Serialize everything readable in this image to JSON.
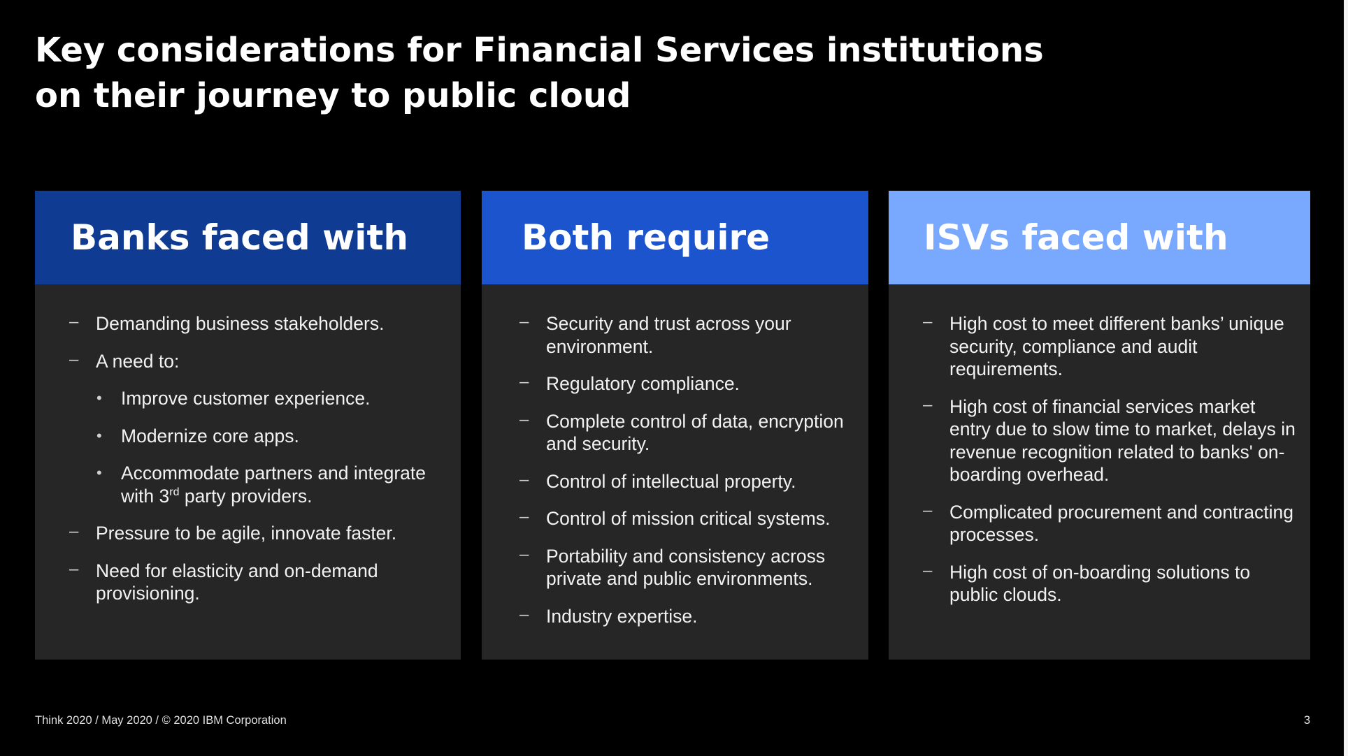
{
  "slide": {
    "title_line1": "Key considerations for Financial Services institutions",
    "title_line2": "on their journey to public cloud",
    "footer": "Think 2020 / May 2020 / © 2020 IBM Corporation",
    "page_number": "3"
  },
  "columns": [
    {
      "heading": "Banks faced with",
      "color": "#0f3b92",
      "items": [
        {
          "marker": "–",
          "text": "Demanding business stakeholders."
        },
        {
          "marker": "–",
          "text": "A need to:"
        },
        {
          "marker": "•",
          "text": "Improve customer experience."
        },
        {
          "marker": "•",
          "text": "Modernize core apps."
        },
        {
          "marker": "•",
          "text_before": "Accommodate partners and integrate with 3",
          "superscript": "rd",
          "text_after": " party providers."
        },
        {
          "marker": "–",
          "text": "Pressure to be agile, innovate faster."
        },
        {
          "marker": "–",
          "text": "Need for elasticity and on-demand provisioning."
        }
      ]
    },
    {
      "heading": "Both require",
      "color": "#1b54cc",
      "items": [
        {
          "marker": "–",
          "text": "Security and trust across your environment."
        },
        {
          "marker": "–",
          "text": "Regulatory compliance."
        },
        {
          "marker": "–",
          "text": "Complete control of data, encryption and security."
        },
        {
          "marker": "–",
          "text": "Control of intellectual property."
        },
        {
          "marker": "–",
          "text": "Control of mission critical systems."
        },
        {
          "marker": "–",
          "text": "Portability and consistency across private and public environments."
        },
        {
          "marker": "–",
          "text": "Industry expertise."
        }
      ]
    },
    {
      "heading": "ISVs faced with",
      "color": "#78a9ff",
      "items": [
        {
          "marker": "–",
          "text": "High cost to meet different banks’ unique security, compliance and audit requirements."
        },
        {
          "marker": "–",
          "text": "High cost of financial services market entry due to slow time to market, delays in revenue recognition related to banks' on-boarding overhead."
        },
        {
          "marker": "–",
          "text": "Complicated procurement and contracting processes."
        },
        {
          "marker": "–",
          "text": "High cost of on-boarding solutions to public clouds."
        }
      ]
    }
  ]
}
